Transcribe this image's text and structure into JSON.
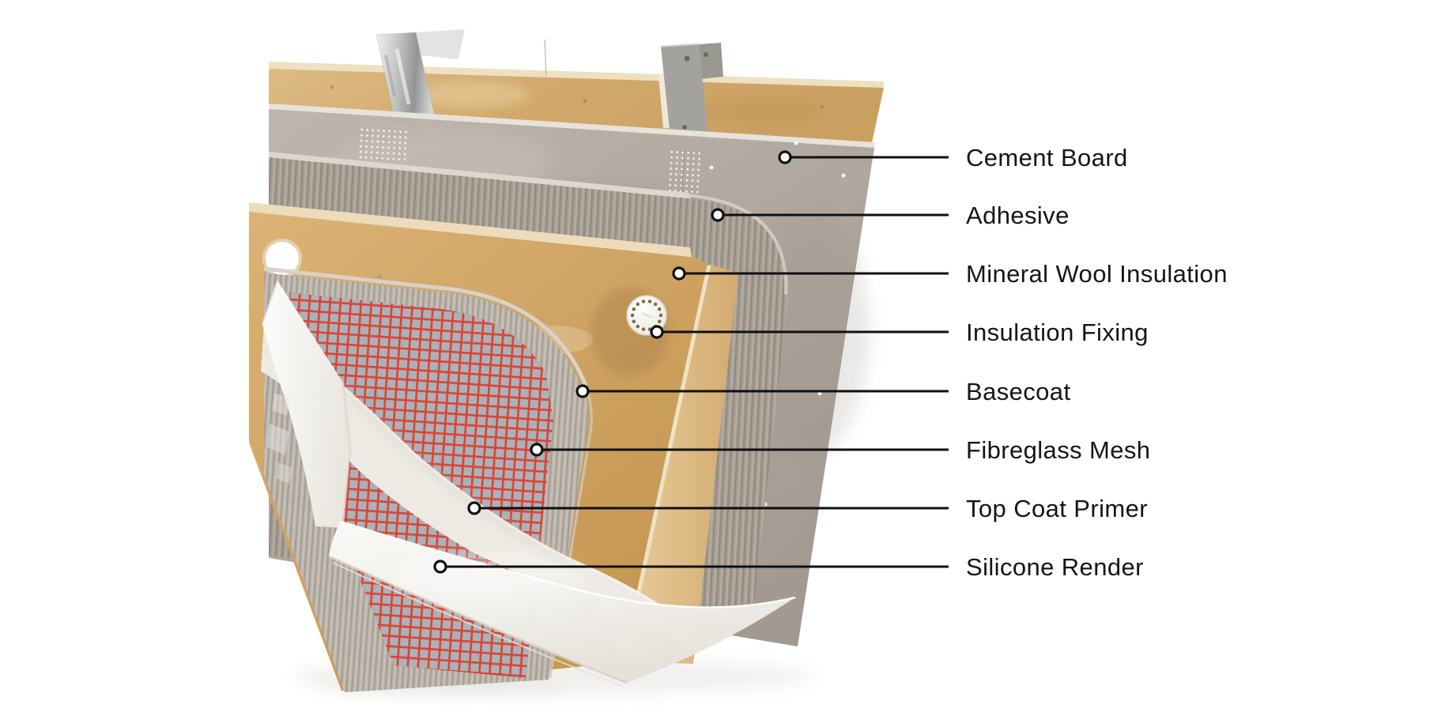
{
  "annotations": [
    {
      "label": "Cement Board"
    },
    {
      "label": "Adhesive"
    },
    {
      "label": "Mineral Wool Insulation"
    },
    {
      "label": "Insulation Fixing"
    },
    {
      "label": "Basecoat"
    },
    {
      "label": "Fibreglass Mesh"
    },
    {
      "label": "Top Coat Primer"
    },
    {
      "label": "Silicone Render"
    }
  ],
  "colors": {
    "label_text": "#151515",
    "leader_line": "#101010",
    "leader_dot_fill": "#ffffff",
    "mesh_red": "#db4035",
    "mesh_backing": "#a9b2b7",
    "insulation_tan": "#d4a868",
    "cement_gray": "#b0a89f",
    "render_white": "#f4f2ee",
    "background": "#ffffff"
  }
}
